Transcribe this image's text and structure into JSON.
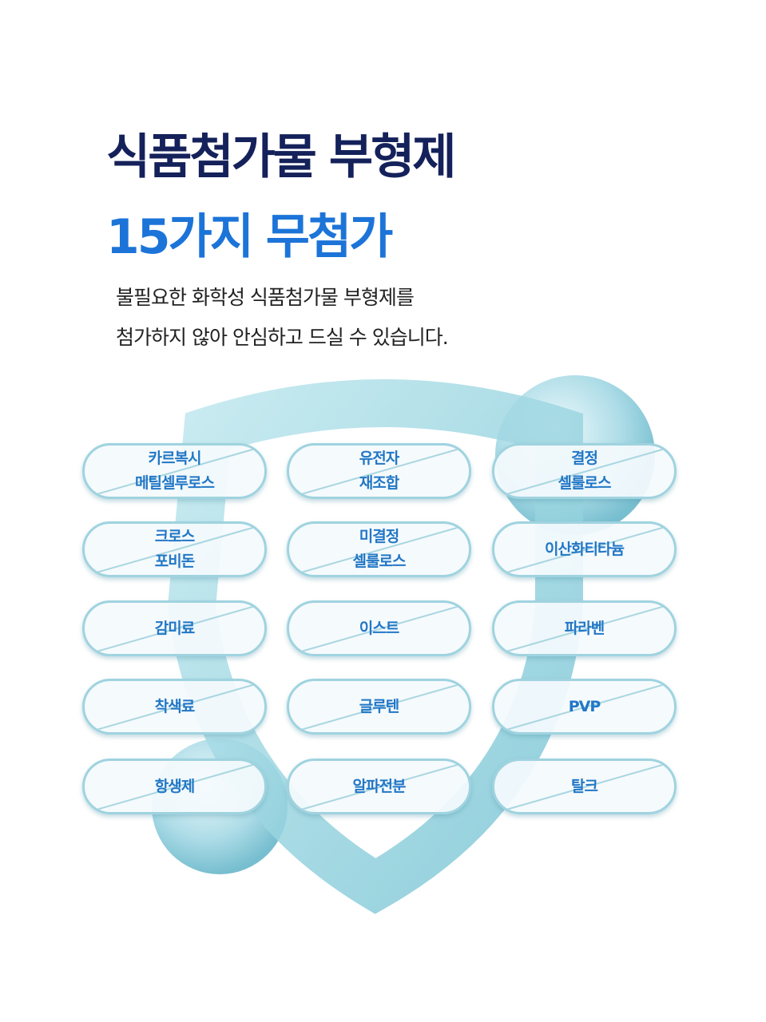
{
  "heading": {
    "line1": "식품첨가물 부형제",
    "line2": "15가지 무첨가"
  },
  "description": {
    "line1": "불필요한 화학성 식품첨가물 부형제를",
    "line2": "첨가하지 않아 안심하고 드실 수 있습니다."
  },
  "items": [
    {
      "l1": "카르복시",
      "l2": "메틸셀루로스"
    },
    {
      "l1": "유전자",
      "l2": "재조합"
    },
    {
      "l1": "결정",
      "l2": "셀룰로스"
    },
    {
      "l1": "크로스",
      "l2": "포비돈"
    },
    {
      "l1": "미결정",
      "l2": "셀룰로스"
    },
    {
      "l1": "이산화티타늄"
    },
    {
      "l1": "감미료"
    },
    {
      "l1": "이스트"
    },
    {
      "l1": "파라벤"
    },
    {
      "l1": "착색료"
    },
    {
      "l1": "글루텐"
    },
    {
      "l1": "PVP"
    },
    {
      "l1": "항생제"
    },
    {
      "l1": "알파전분"
    },
    {
      "l1": "탈크"
    }
  ]
}
